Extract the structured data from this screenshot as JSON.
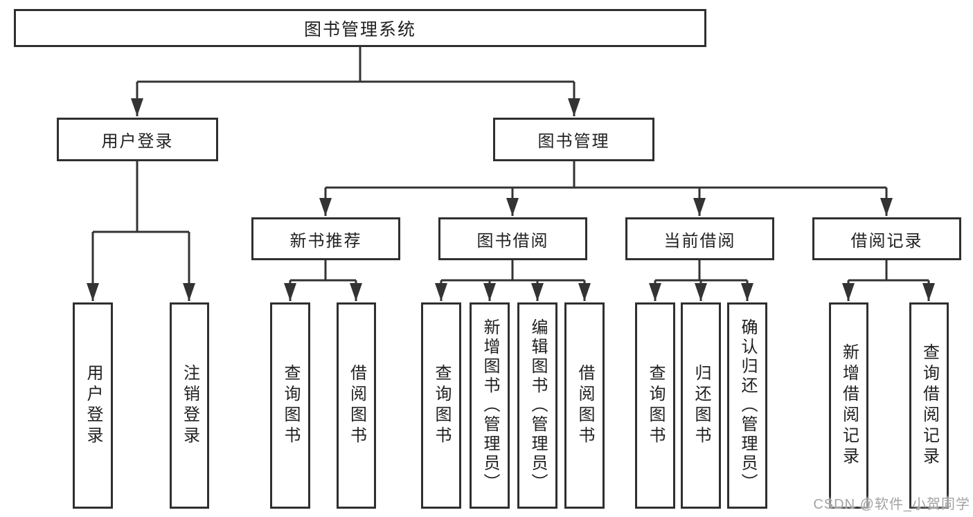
{
  "diagram": {
    "root_label": "图书管理系统",
    "branches": [
      {
        "label": "用户登录",
        "children": [
          "用户登录",
          "注销登录"
        ]
      },
      {
        "label": "图书管理",
        "groups": [
          {
            "label": "新书推荐",
            "children": [
              "查询图书",
              "借阅图书"
            ]
          },
          {
            "label": "图书借阅",
            "children": [
              "查询图书",
              "新增图书（管理员）",
              "编辑图书（管理员）",
              "借阅图书"
            ]
          },
          {
            "label": "当前借阅",
            "children": [
              "查询图书",
              "归还图书",
              "确认归还（管理员）"
            ]
          },
          {
            "label": "借阅记录",
            "children": [
              "新增借阅记录",
              "查询借阅记录"
            ]
          }
        ]
      }
    ]
  },
  "watermark": "CSDN @软件_小贺同学",
  "colors": {
    "line": "#333333",
    "box_border": "#2f2f2f",
    "text": "#1f1f1f",
    "watermark": "#a3a3a3",
    "background": "#ffffff"
  }
}
